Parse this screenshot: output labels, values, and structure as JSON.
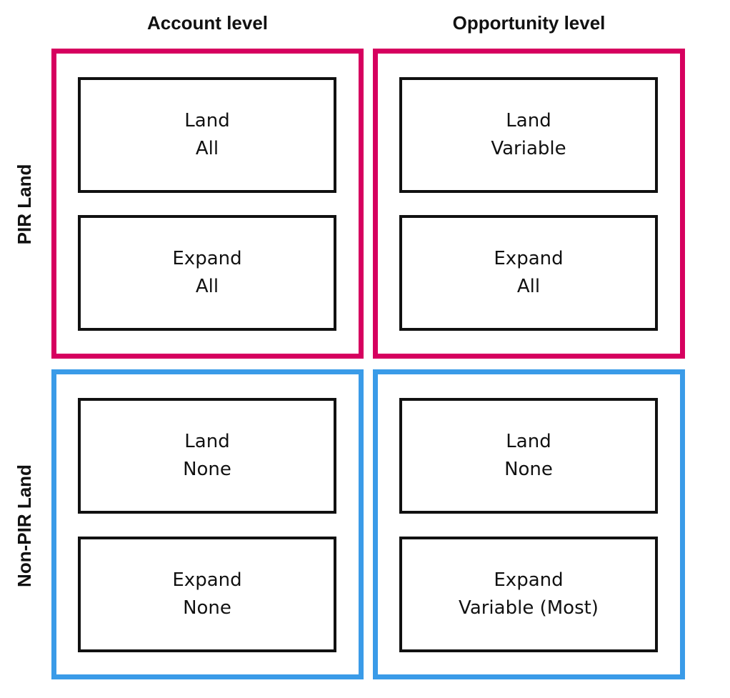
{
  "column_headers": [
    "Account level",
    "Opportunity level"
  ],
  "row_headers": [
    "PIR Land",
    "Non-PIR Land"
  ],
  "colors": {
    "pir_border": "#d6005f",
    "non_pir_border": "#3a9be8",
    "cell_border": "#111111",
    "text": "#111111"
  },
  "grid": {
    "pir_account": {
      "land": {
        "line1": "Land",
        "line2": "All"
      },
      "expand": {
        "line1": "Expand",
        "line2": "All"
      }
    },
    "pir_opportunity": {
      "land": {
        "line1": "Land",
        "line2": "Variable"
      },
      "expand": {
        "line1": "Expand",
        "line2": "All"
      }
    },
    "nonpir_account": {
      "land": {
        "line1": "Land",
        "line2": "None"
      },
      "expand": {
        "line1": "Expand",
        "line2": "None"
      }
    },
    "nonpir_opportunity": {
      "land": {
        "line1": "Land",
        "line2": "None"
      },
      "expand": {
        "line1": "Expand",
        "line2": "Variable (Most)"
      }
    }
  }
}
